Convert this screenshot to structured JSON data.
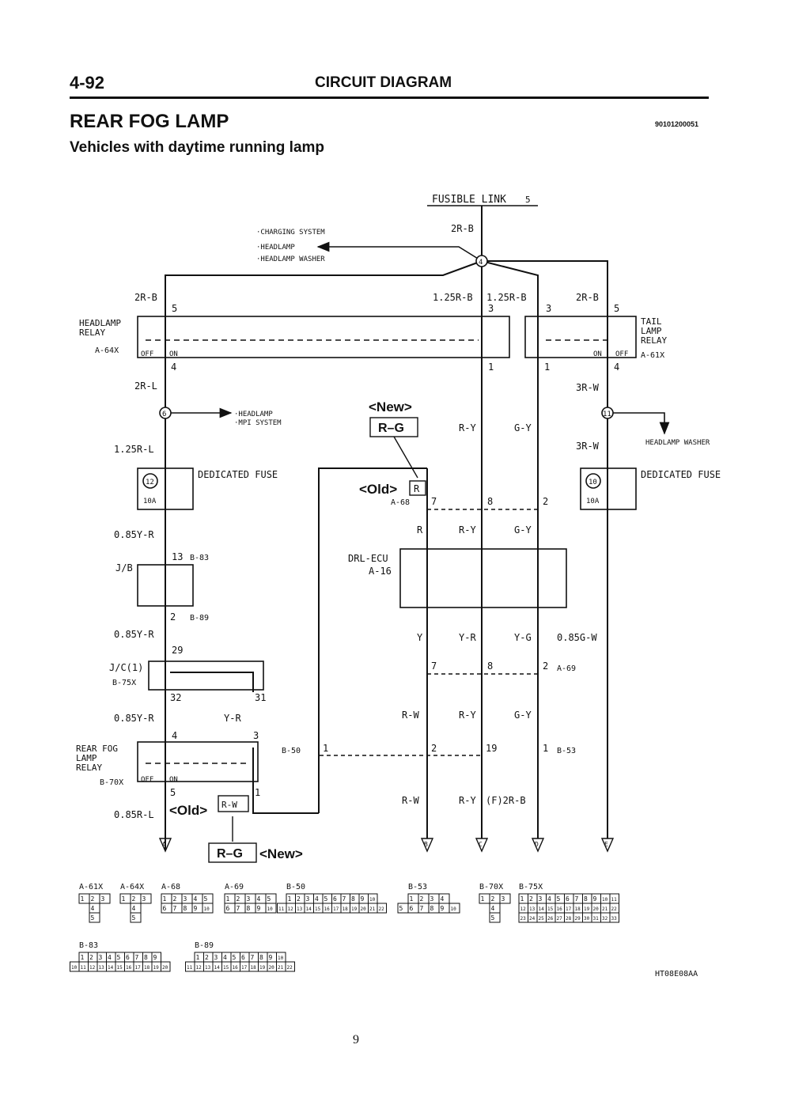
{
  "header": {
    "section_number": "4-92",
    "section_title": "CIRCUIT DIAGRAM",
    "title": "REAR FOG LAMP",
    "doc_code": "90101200051",
    "subtitle": "Vehicles with daytime running lamp",
    "figure_code": "HT08E08AA",
    "page_number": "9"
  },
  "diagram": {
    "fusible_link": "FUSIBLE LINK",
    "fusible_link_num": "5",
    "junction_4": "4",
    "branch_list": [
      "·CHARGING SYSTEM",
      "·HEADLAMP",
      "·HEADLAMP WASHER"
    ],
    "wires": {
      "w_2rb_top": "2R-B",
      "w_2rb_left": "2R-B",
      "w_125rb_1": "1.25R-B",
      "w_125rb_2": "1.25R-B",
      "w_2rb_right": "2R-B",
      "w_2rl": "2R-L",
      "w_125rl": "1.25R-L",
      "w_085yr_1": "0.85Y-R",
      "w_085yr_2": "0.85Y-R",
      "w_085yr_3": "0.85Y-R",
      "w_yr_mid": "Y-R",
      "w_085rl": "0.85R-L",
      "w_3rw_1": "3R-W",
      "w_3rw_2": "3R-W",
      "w_ry_1": "R-Y",
      "w_gy_1": "G-Y",
      "w_r": "R",
      "w_ry_2": "R-Y",
      "w_gy_2": "G-Y",
      "w_y": "Y",
      "w_yr": "Y-R",
      "w_yg": "Y-G",
      "w_085gw": "0.85G-W",
      "w_rw_1": "R-W",
      "w_ry_3": "R-Y",
      "w_gy_3": "G-Y",
      "w_rw_2": "R-W",
      "w_ry_4": "R-Y",
      "w_f2rb": "(F)2R-B"
    },
    "headlamp_relay": {
      "label_1": "HEADLAMP",
      "label_2": "RELAY",
      "connector": "A-64X",
      "off": "OFF",
      "on": "ON",
      "pin_in": "5",
      "pin_out": "4"
    },
    "tail_lamp_relay": {
      "label_1": "TAIL",
      "label_2": "LAMP",
      "label_3": "RELAY",
      "connector": "A-61X",
      "off": "OFF",
      "on": "ON",
      "pin_in": "5",
      "pin_out": "4",
      "coil_pin_top": "3",
      "coil_pin_bot": "1"
    },
    "hl_relay_coil": {
      "pin_top": "3",
      "pin_bot": "1"
    },
    "junction_6": "6",
    "junction_6_branches": [
      "·HEADLAMP",
      "·MPI SYSTEM"
    ],
    "junction_11": "11",
    "headlamp_washer": "HEADLAMP WASHER",
    "fuse_left": {
      "number": "12",
      "rating": "10A",
      "label": "DEDICATED FUSE"
    },
    "fuse_right": {
      "number": "10",
      "rating": "10A",
      "label": "DEDICATED FUSE"
    },
    "jb": {
      "label": "J/B",
      "pin_top": "13",
      "conn_top": "B-83",
      "pin_bot": "2",
      "conn_bot": "B-89"
    },
    "jc": {
      "label": "J/C(1)",
      "connector": "B-75X",
      "pin_top": "29",
      "pin_bl": "32",
      "pin_br": "31"
    },
    "rear_fog_relay": {
      "label_1": "REAR FOG",
      "label_2": "LAMP",
      "label_3": "RELAY",
      "connector": "B-70X",
      "off": "OFF",
      "on": "ON",
      "pin_in": "4",
      "pin_out": "5",
      "coil_pin_top": "3",
      "coil_pin_bot": "1"
    },
    "drl_ecu": {
      "label_1": "DRL-ECU",
      "label_2": "A-16",
      "connector": "A-68",
      "pins_top": [
        "7",
        "8",
        "2"
      ]
    },
    "conn_a69": {
      "name": "A-69",
      "pins": [
        "7",
        "8",
        "2"
      ]
    },
    "conn_b53": {
      "name": "B-53",
      "pins": [
        "2",
        "19",
        "1"
      ]
    },
    "conn_b50": {
      "name": "B-50",
      "pin": "1"
    },
    "note_new_top": "<New>",
    "box_rg_top": "R–G",
    "note_old_top": "<Old>",
    "box_r_top": "R",
    "note_old_bottom": "<Old>",
    "box_rw_bottom": "R-W",
    "box_rg_bottom": "R–G",
    "note_new_bottom": "<New>",
    "grounds": [
      "A",
      "B",
      "C",
      "D",
      "E"
    ],
    "connector_views": [
      {
        "name": "A-61X",
        "pins_row1": [
          "1",
          "2",
          "3"
        ],
        "pins_row2": [
          "4"
        ],
        "pins_row3": [
          "5"
        ]
      },
      {
        "name": "A-64X",
        "pins_row1": [
          "1",
          "2",
          "3"
        ],
        "pins_row2": [
          "4"
        ],
        "pins_row3": [
          "5"
        ]
      },
      {
        "name": "A-68",
        "pins_row1": [
          "1",
          "2",
          "3",
          "4",
          "5"
        ],
        "pins_row2": [
          "6",
          "7",
          "8",
          "9",
          "10"
        ]
      },
      {
        "name": "A-69",
        "pins_row1": [
          "1",
          "2",
          "3",
          "4",
          "5"
        ],
        "pins_row2": [
          "6",
          "7",
          "8",
          "9",
          "10"
        ]
      },
      {
        "name": "B-50",
        "pins_row1": [
          "1",
          "2",
          "3",
          "4",
          "5",
          "6",
          "7",
          "8",
          "9",
          "10"
        ],
        "pins_row2": [
          "11",
          "12",
          "13",
          "14",
          "15",
          "16",
          "17",
          "18",
          "19",
          "20",
          "21",
          "22"
        ]
      },
      {
        "name": "B-53",
        "pins_row1": [
          "1",
          "2",
          "3",
          "4"
        ],
        "pins_row2": [
          "5",
          "6",
          "7",
          "8",
          "9",
          "10"
        ]
      },
      {
        "name": "B-70X",
        "pins_row1": [
          "1",
          "2",
          "3"
        ],
        "pins_row2": [
          "4"
        ],
        "pins_row3": [
          "5"
        ]
      },
      {
        "name": "B-75X",
        "pins_row1": [
          "1",
          "2",
          "3",
          "4",
          "5",
          "6",
          "7",
          "8",
          "9",
          "10",
          "11"
        ],
        "pins_row2": [
          "12",
          "13",
          "14",
          "15",
          "16",
          "17",
          "18",
          "19",
          "20",
          "21",
          "22"
        ],
        "pins_row3": [
          "23",
          "24",
          "25",
          "26",
          "27",
          "28",
          "29",
          "30",
          "31",
          "32",
          "33"
        ]
      },
      {
        "name": "B-83",
        "pins_row1": [
          "1",
          "2",
          "3",
          "4",
          "5",
          "6",
          "7",
          "8",
          "9"
        ],
        "pins_row2": [
          "10",
          "11",
          "12",
          "13",
          "14",
          "15",
          "16",
          "17",
          "18",
          "19",
          "20"
        ]
      },
      {
        "name": "B-89",
        "pins_row1": [
          "1",
          "2",
          "3",
          "4",
          "5",
          "6",
          "7",
          "8",
          "9",
          "10"
        ],
        "pins_row2": [
          "11",
          "12",
          "13",
          "14",
          "15",
          "16",
          "17",
          "18",
          "19",
          "20",
          "21",
          "22"
        ]
      }
    ]
  }
}
